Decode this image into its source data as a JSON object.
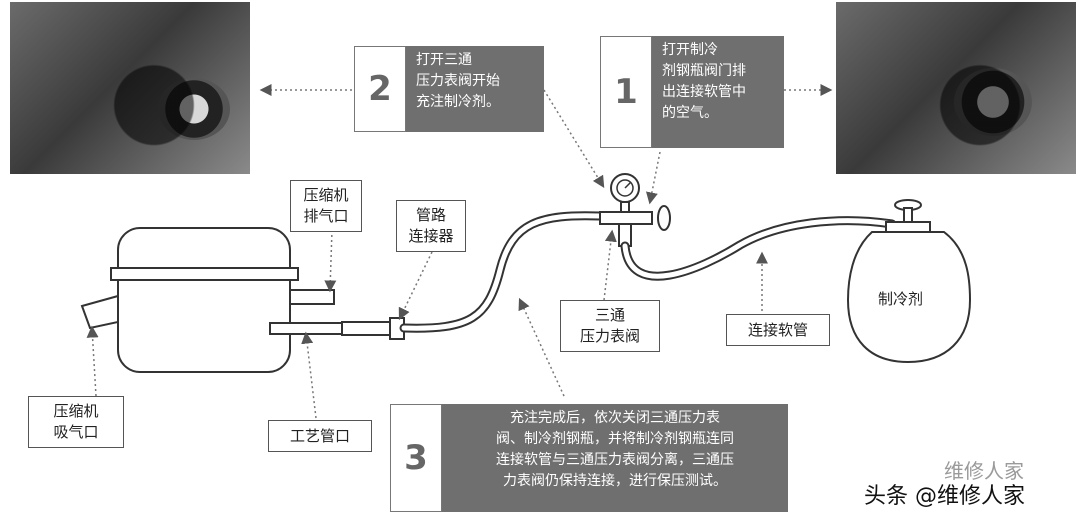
{
  "steps": {
    "step1": {
      "number": "1",
      "text": "打开制冷\n剂钢瓶阀门排\n出连接软管中\n的空气。"
    },
    "step2": {
      "number": "2",
      "text": "打开三通\n压力表阀开始\n充注制冷剂。"
    },
    "step3": {
      "number": "3",
      "text": "充注完成后，依次关闭三通压力表\n阀、制冷剂钢瓶，并将制冷剂钢瓶连同\n连接软管与三通压力表阀分离，三通压\n力表阀仍保持连接，进行保压测试。"
    }
  },
  "labels": {
    "compressor_discharge": "压缩机\n排气口",
    "pipe_connector": "管路\n连接器",
    "compressor_suction": "压缩机\n吸气口",
    "process_pipe": "工艺管口",
    "three_way_valve": "三通\n压力表阀",
    "connecting_hose": "连接软管",
    "refrigerant": "制冷剂"
  },
  "watermark": {
    "headline": "头条 @维修人家",
    "secondary": "维修人家"
  }
}
